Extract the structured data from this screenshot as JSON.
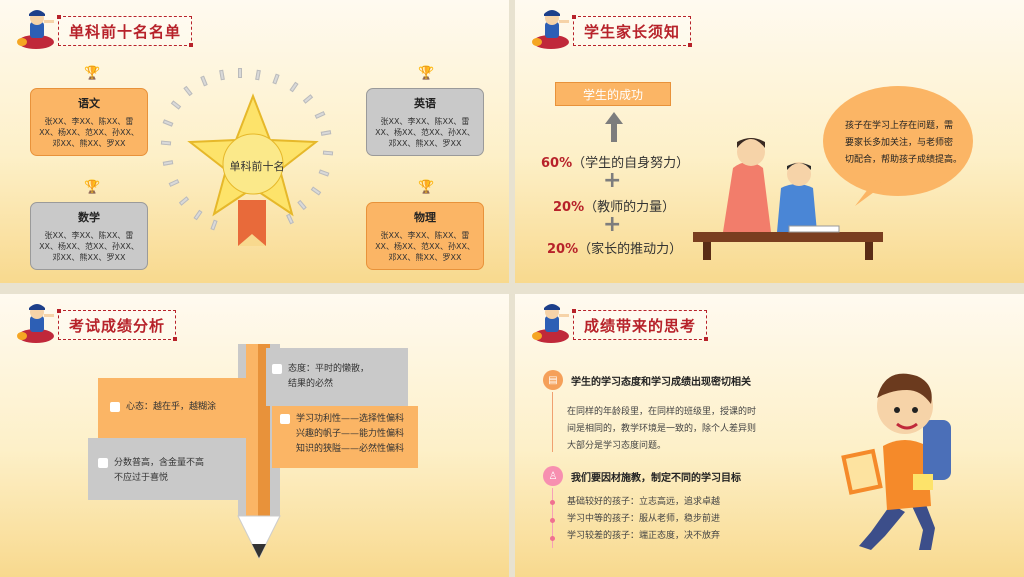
{
  "slide1": {
    "title": "单科前十名名单",
    "center_label": "单科前十名",
    "subjects": [
      {
        "name": "语文",
        "line1": "张XX、李XX、陈XX、雷",
        "line2": "XX、杨XX、范XX、孙XX、",
        "line3": "邓XX、熊XX、罗XX"
      },
      {
        "name": "数学",
        "line1": "张XX、李XX、陈XX、雷",
        "line2": "XX、杨XX、范XX、孙XX、",
        "line3": "邓XX、熊XX、罗XX"
      },
      {
        "name": "英语",
        "line1": "张XX、李XX、陈XX、雷",
        "line2": "XX、杨XX、范XX、孙XX、",
        "line3": "邓XX、熊XX、罗XX"
      },
      {
        "name": "物理",
        "line1": "张XX、李XX、陈XX、雷",
        "line2": "XX、杨XX、范XX、孙XX、",
        "line3": "邓XX、熊XX、罗XX"
      }
    ]
  },
  "slide2": {
    "title": "学生家长须知",
    "success_label": "学生的成功",
    "items": [
      {
        "pct": "60%",
        "text": "（学生的自身努力）"
      },
      {
        "pct": "20%",
        "text": "（教师的力量）"
      },
      {
        "pct": "20%",
        "text": "（家长的推动力）"
      }
    ],
    "bubble_line1": "孩子在学习上存在问题，需",
    "bubble_line2": "要家长多加关注，与老师密",
    "bubble_line3": "切配合，帮助孩子成绩提高。"
  },
  "slide3": {
    "title": "考试成绩分析",
    "card1": "心态：越在乎，越糊涂",
    "card2_line1": "分数普高，含金量不高",
    "card2_line2": "不应过于喜悦",
    "card3_line1": "态度：平时的懒散，",
    "card3_line2": "结果的必然",
    "card4_line1": "学习功利性——选择性偏科",
    "card4_line2": "兴趣的帆子——能力性偏科",
    "card4_line3": "知识的狭隘——必然性偏科"
  },
  "slide4": {
    "title": "成绩带来的思考",
    "heading1": "学生的学习态度和学习成绩出现密切相关",
    "para1_line1": "在同样的年龄段里，在同样的班级里，授课的时",
    "para1_line2": "间是相同的，教学环境是一致的，除个人差异则",
    "para1_line3": "大部分是学习态度问题。",
    "heading2": "我们要因材施教，制定不同的学习目标",
    "goals": [
      "基础较好的孩子：立志高远，追求卓越",
      "学习中等的孩子：服从老师，稳步前进",
      "学习较差的孩子：端正态度，决不放弃"
    ]
  }
}
